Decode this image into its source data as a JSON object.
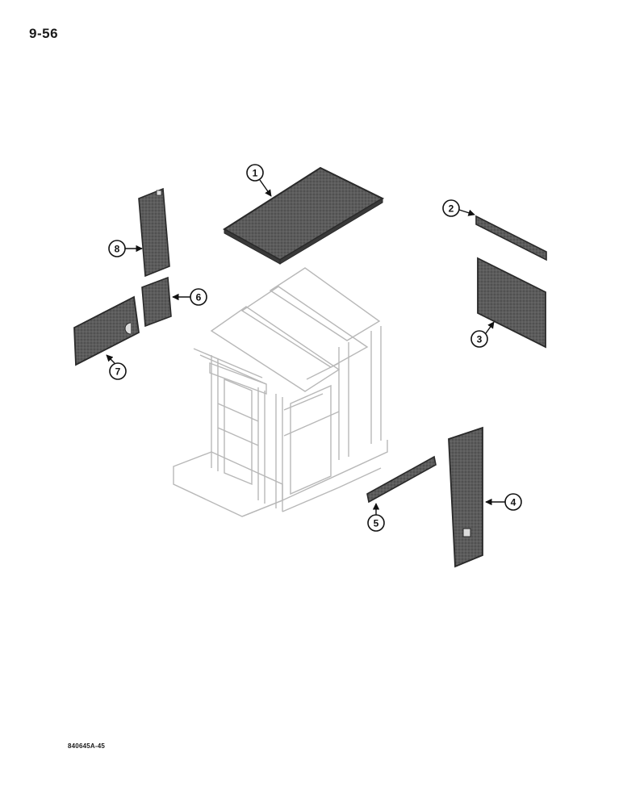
{
  "page": {
    "number": "9-56",
    "figure_code": "840645A-45"
  },
  "callouts": [
    "1",
    "2",
    "3",
    "4",
    "5",
    "6",
    "7",
    "8"
  ],
  "parts": [
    {
      "callout": "1",
      "name": "roof-insulation-panel"
    },
    {
      "callout": "2",
      "name": "upper-strip"
    },
    {
      "callout": "3",
      "name": "rear-panel"
    },
    {
      "callout": "4",
      "name": "side-panel-with-notch"
    },
    {
      "callout": "5",
      "name": "lower-strip"
    },
    {
      "callout": "6",
      "name": "small-panel"
    },
    {
      "callout": "7",
      "name": "panel-with-cutout"
    },
    {
      "callout": "8",
      "name": "tall-narrow-panel"
    }
  ],
  "colors": {
    "panel_fill": "#5a5a5a",
    "panel_edge": "#2a2a2a",
    "cab_line": "#b8b8b8",
    "ink": "#111111"
  }
}
